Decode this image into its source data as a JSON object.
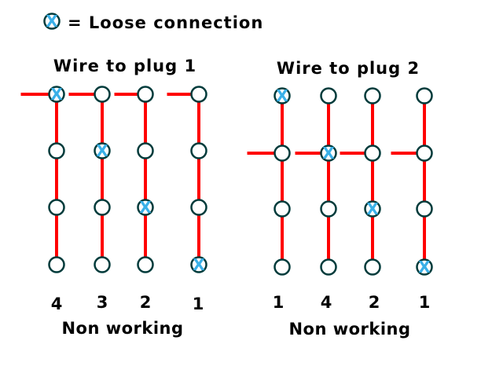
{
  "legend": {
    "symbol": "X",
    "text": "= Loose connection"
  },
  "colors": {
    "wire": "#ff0000",
    "node_stroke": "#003b3b",
    "x_mark": "#3ab0e8",
    "text": "#000000"
  },
  "panels": [
    {
      "title": "Wire to plug 1",
      "footer": "Non working",
      "columns": [
        {
          "label": "4",
          "lead_in_row": 0,
          "loose_row": 0
        },
        {
          "label": "3",
          "lead_in_row": 0,
          "loose_row": 1
        },
        {
          "label": "2",
          "lead_in_row": 0,
          "loose_row": 2
        },
        {
          "label": "1",
          "lead_in_row": 0,
          "loose_row": 3
        }
      ]
    },
    {
      "title": "Wire to plug 2",
      "footer": "Non working",
      "columns": [
        {
          "label": "1",
          "lead_in_row": 1,
          "loose_row": 0
        },
        {
          "label": "4",
          "lead_in_row": 1,
          "loose_row": 1
        },
        {
          "label": "2",
          "lead_in_row": 1,
          "loose_row": 2
        },
        {
          "label": "1",
          "lead_in_row": 1,
          "loose_row": 3
        }
      ]
    }
  ]
}
